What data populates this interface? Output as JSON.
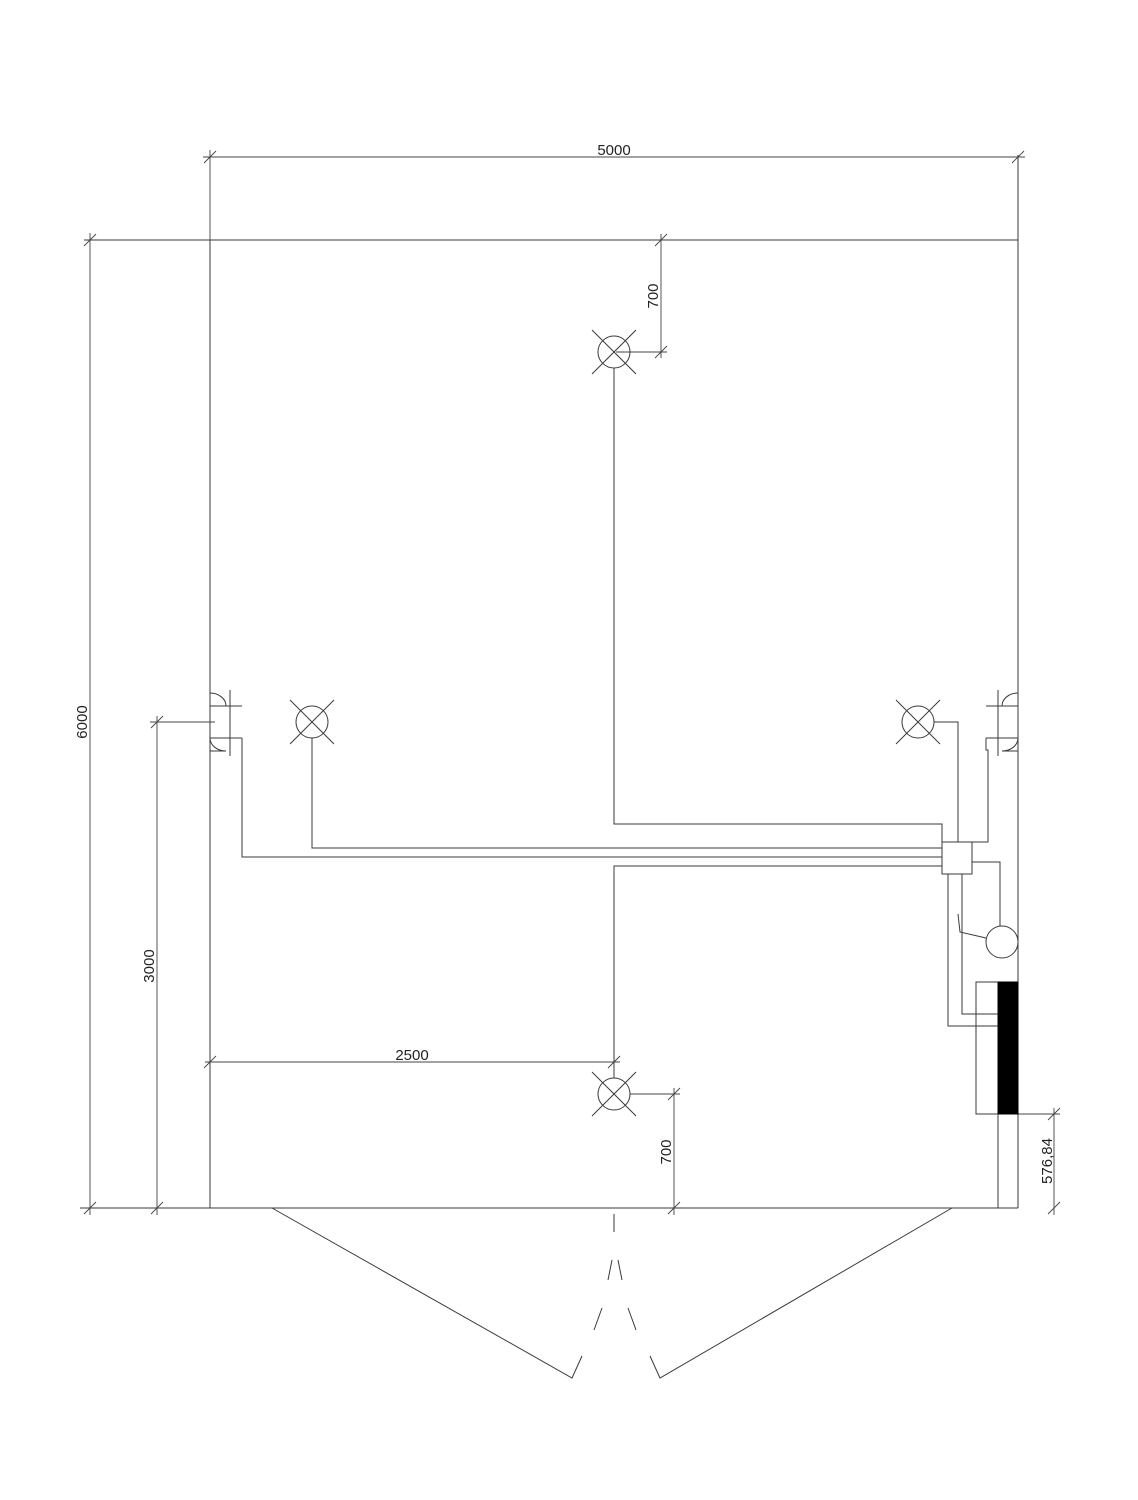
{
  "dimensions": {
    "width": "5000",
    "height": "6000",
    "top_light_offset": "700",
    "bottom_light_offset": "700",
    "socket_height": "3000",
    "bottom_light_x": "2500",
    "door_offset": "576,84"
  },
  "symbols": {
    "ceiling_light": "ceiling-light-icon",
    "double_socket": "double-socket-icon",
    "junction_box": "junction-box-icon",
    "switch": "switch-icon",
    "panel": "electrical-panel-icon"
  },
  "colors": {
    "line": "#3a3a3a",
    "fill": "#000000",
    "background": "#ffffff"
  }
}
